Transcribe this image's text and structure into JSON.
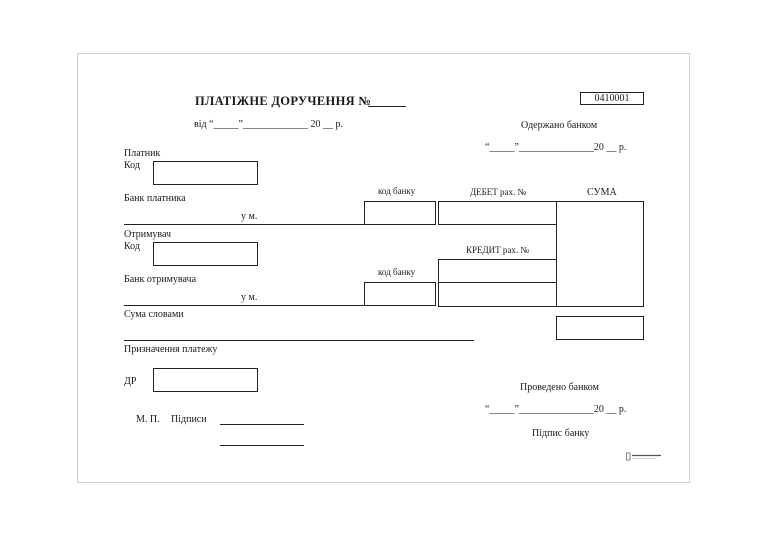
{
  "form": {
    "title": "ПЛАТІЖНЕ ДОРУЧЕННЯ №",
    "form_code": "0410001",
    "date_line_top": "від “_____”_____________ 20 __ р.",
    "received_by_bank": "Одержано банком",
    "received_date": "“_____”_______________20 __ р.",
    "payer": "Платник",
    "code_payer": "Код",
    "bank_code_1": "код банку",
    "debit": "ДЕБЕТ рах. №",
    "sum": "СУМА",
    "payer_bank": "Банк платника",
    "in_city_1": "у м.",
    "recipient": "Отримувач",
    "code_recipient": "Код",
    "credit": "КРЕДИТ рах. №",
    "bank_code_2": "код банку",
    "recipient_bank": "Банк отримувача",
    "in_city_2": "у м.",
    "sum_in_words": "Сума словами",
    "payment_purpose": "Призначення платежу",
    "dr": "ДР",
    "processed_by_bank": "Проведено банком",
    "processed_date": "“_____”_______________20 __ р.",
    "stamp": "М. П.",
    "signatures": "Підписи",
    "bank_signature": "Підпис банку"
  },
  "logo": {
    "icon": "publisher-logo-icon"
  }
}
